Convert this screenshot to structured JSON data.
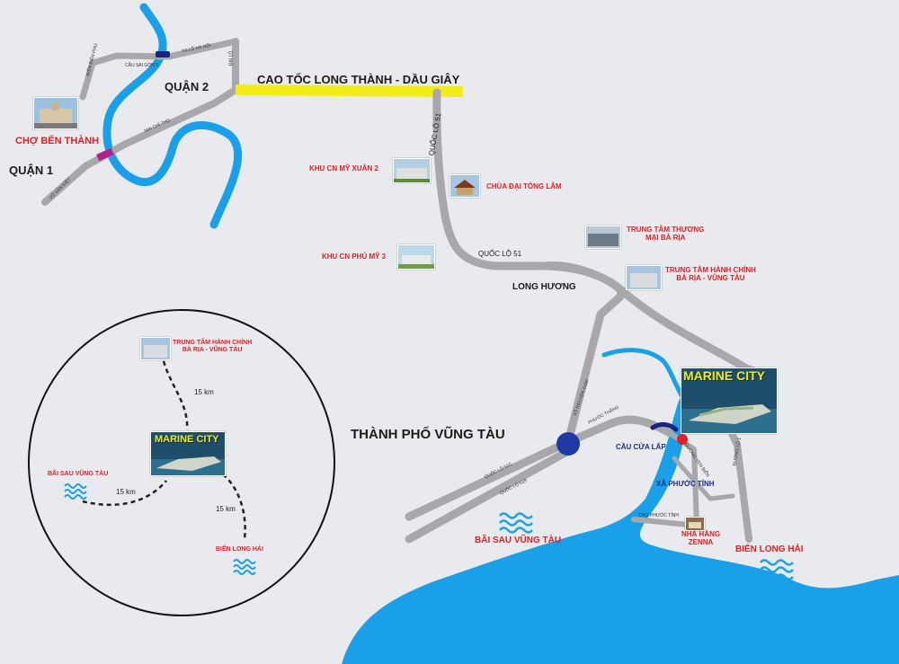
{
  "map": {
    "colors": {
      "background": "#e9eaee",
      "road": "#a7a8ac",
      "highway": "#f4ec19",
      "water": "#19a0e8",
      "label_red": "#e31e24",
      "label_dark": "#1b1b1b",
      "roundabout": "#1f3aa6"
    },
    "top_left": {
      "quan2": "QUẬN 2",
      "quan1": "QUẬN 1",
      "cho_ben_thanh": "CHỢ BẾN THÀNH",
      "tiny_streets": [
        "ĐIỆN BIÊN PHỦ",
        "CẦU SÀI GÒN 2",
        "XA LỘ HÀ NỘI",
        "MAI CHÍ THỌ",
        "VÕ VĂN KIỆT",
        "ĐẠI LỘ"
      ]
    },
    "highway": "CAO TỐC LONG THÀNH - DẦU GIÂY",
    "roads": {
      "ql51_vertical": "QUỐC LỘ 51",
      "ql51_horizontal": "QUỐC LỘ 51",
      "long_huong": "LONG HƯƠNG",
      "vo_nguyen_giap": "VÕ NGUYÊN GIÁP",
      "phuoc_thang": "PHƯỚC THẮNG",
      "ql51c": "QUỐC LỘ 51C",
      "ql51b": "QUỐC LỘ 51B",
      "duong_ven_bien": "ĐƯỜNG VEN BIỂN",
      "duong_lo": "ĐƯỜNG LỘ 1",
      "small": "CHỢ PHƯỚC TỈNH"
    },
    "places": {
      "my_xuan": "KHU CN MỸ XUÂN 2",
      "dai_tong_lam": "CHÙA ĐẠI TÒNG LÂM",
      "tt_thuong_mai_l1": "TRUNG TÂM THƯƠNG",
      "tt_thuong_mai_l2": "MẠI BÀ RỊA",
      "phu_my": "KHU CN PHÚ MỸ 3",
      "tt_hanh_chinh_l1": "TRUNG TÂM HÀNH CHÍNH",
      "tt_hanh_chinh_l2": "BÀ RỊA - VŨNG TÀU",
      "thanh_pho": "THÀNH PHỐ VŨNG TÀU",
      "marine_city": "MARINE CITY",
      "cau_cua_lap": "CẦU CỬA LẤP",
      "xa_phuoc_tinh": "XÃ PHƯỚC TỈNH",
      "nha_hang_l1": "NHÀ HÀNG",
      "nha_hang_l2": "ZENNA",
      "bai_sau": "BÃI SAU VŨNG TÀU",
      "bien_long_hai": "BIỂN LONG HẢI"
    },
    "inset": {
      "tt_hanh_chinh_l1": "TRUNG TÂM HÀNH CHÍNH",
      "tt_hanh_chinh_l2": "BÀ RỊA - VŨNG TÀU",
      "marine_city": "MARINE CITY",
      "bai_sau": "BÃI SAU VŨNG TÀU",
      "bien_long_hai": "BIỂN LONG HẢI",
      "distance_1": "15 km",
      "distance_2": "15 km",
      "distance_3": "15 km"
    },
    "icons": [
      "wave-icon",
      "roundabout-icon",
      "marker-dot-icon",
      "photo-thumbnail"
    ]
  }
}
